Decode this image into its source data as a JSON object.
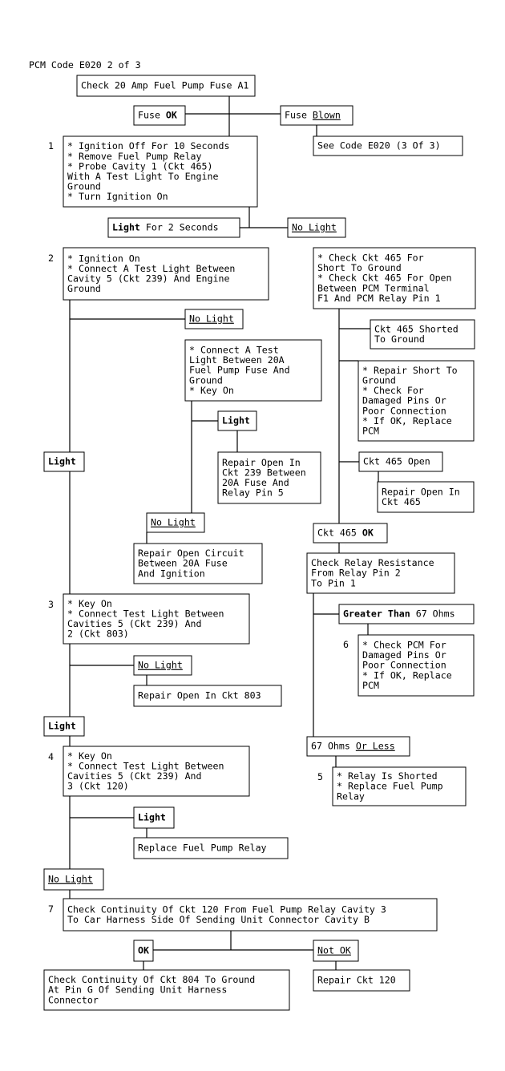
{
  "title": "PCM Code E020 2 of 3",
  "boxes": {
    "check_fuse": [
      "Check 20 Amp Fuel Pump Fuse A1"
    ],
    "fuse_ok": [
      [
        {
          "t": "Fuse "
        },
        {
          "t": "OK",
          "b": true
        }
      ]
    ],
    "fuse_blown": [
      [
        {
          "t": "Fuse "
        },
        {
          "t": "Blown",
          "u": true
        }
      ]
    ],
    "see_code": [
      "See Code E020 (3 Of 3)"
    ],
    "step1": [
      "* Ignition Off For 10 Seconds",
      "* Remove Fuel Pump Relay",
      "* Probe Cavity 1 (Ckt 465)",
      "  With A Test Light To Engine",
      "  Ground",
      "* Turn Ignition On"
    ],
    "light_2s": [
      [
        {
          "t": "Light",
          "b": true
        },
        {
          "t": " For 2 Seconds"
        }
      ]
    ],
    "no_light_a": [
      [
        {
          "t": "No Light",
          "u": true
        }
      ]
    ],
    "step2": [
      "* Ignition On",
      "* Connect A Test Light Between",
      "  Cavity 5 (Ckt 239) And Engine",
      "  Ground"
    ],
    "check_465": [
      "* Check Ckt 465 For",
      "  Short To Ground",
      "* Check Ckt 465 For Open",
      "  Between PCM Terminal",
      "  F1 And PCM Relay Pin 1"
    ],
    "no_light_b": [
      [
        {
          "t": "No Light",
          "u": true
        }
      ]
    ],
    "ckt465_shorted": [
      "Ckt 465 Shorted",
      "To Ground"
    ],
    "connect_test_light": [
      "* Connect A Test",
      "  Light Between 20A",
      "  Fuel Pump Fuse And",
      "  Ground",
      "* Key On"
    ],
    "repair_short": [
      "* Repair Short To",
      "  Ground",
      "* Check For",
      "  Damaged Pins Or",
      "  Poor Connection",
      "* If OK, Replace",
      "  PCM"
    ],
    "light_b": [
      [
        {
          "t": "Light",
          "b": true
        }
      ]
    ],
    "light_left": [
      [
        {
          "t": "Light",
          "b": true
        }
      ]
    ],
    "ckt465_open": [
      "Ckt 465 Open"
    ],
    "repair_open_239": [
      "Repair Open In",
      "Ckt 239 Between",
      "20A Fuse And",
      "Relay Pin 5"
    ],
    "repair_open_465": [
      "Repair Open In",
      "Ckt 465"
    ],
    "no_light_c": [
      [
        {
          "t": "No Light",
          "u": true
        }
      ]
    ],
    "ckt465_ok": [
      [
        {
          "t": "Ckt 465 "
        },
        {
          "t": "OK",
          "b": true
        }
      ]
    ],
    "repair_open_circuit": [
      "Repair Open Circuit",
      "Between 20A Fuse",
      "And Ignition"
    ],
    "check_relay": [
      "Check Relay Resistance",
      "From Relay Pin 2",
      "To Pin 1"
    ],
    "step3": [
      "* Key On",
      "* Connect Test Light Between",
      "  Cavities 5 (Ckt 239) And",
      "  2 (Ckt 803)"
    ],
    "greater_67": [
      [
        {
          "t": "Greater Than",
          "b": true
        },
        {
          "t": " 67 Ohms"
        }
      ]
    ],
    "check_pcm": [
      "* Check PCM For",
      "  Damaged Pins Or",
      "  Poor Connection",
      "* If OK, Replace",
      "  PCM"
    ],
    "no_light_d": [
      [
        {
          "t": "No Light",
          "u": true
        }
      ]
    ],
    "repair_803": [
      "Repair Open In Ckt 803"
    ],
    "light_c": [
      [
        {
          "t": "Light",
          "b": true
        }
      ]
    ],
    "ohms_or_less": [
      [
        {
          "t": "67 Ohms "
        },
        {
          "t": "Or Less",
          "u": true
        }
      ]
    ],
    "relay_shorted": [
      "* Relay Is Shorted",
      "* Replace Fuel Pump",
      "  Relay"
    ],
    "step4": [
      "* Key On",
      "* Connect Test Light Between",
      "  Cavities 5 (Ckt 239) And",
      "  3 (Ckt 120)"
    ],
    "light_d": [
      [
        {
          "t": "Light",
          "b": true
        }
      ]
    ],
    "replace_relay": [
      "Replace Fuel Pump Relay"
    ],
    "no_light_e": [
      [
        {
          "t": "No Light",
          "u": true
        }
      ]
    ],
    "step7": [
      "Check Continuity Of Ckt 120 From Fuel Pump Relay Cavity 3",
      "To Car Harness Side Of Sending Unit Connector Cavity B"
    ],
    "ok": [
      [
        {
          "t": "OK",
          "b": true
        }
      ]
    ],
    "not_ok": [
      [
        {
          "t": "Not OK",
          "u": true
        }
      ]
    ],
    "check_804": [
      "Check Continuity Of Ckt 804 To Ground",
      "At Pin G Of Sending Unit Harness",
      "Connector"
    ],
    "repair_120": [
      "Repair Ckt 120"
    ]
  },
  "step_numbers": {
    "n1": "1",
    "n2": "2",
    "n3": "3",
    "n4": "4",
    "n5": "5",
    "n6": "6",
    "n7": "7"
  }
}
